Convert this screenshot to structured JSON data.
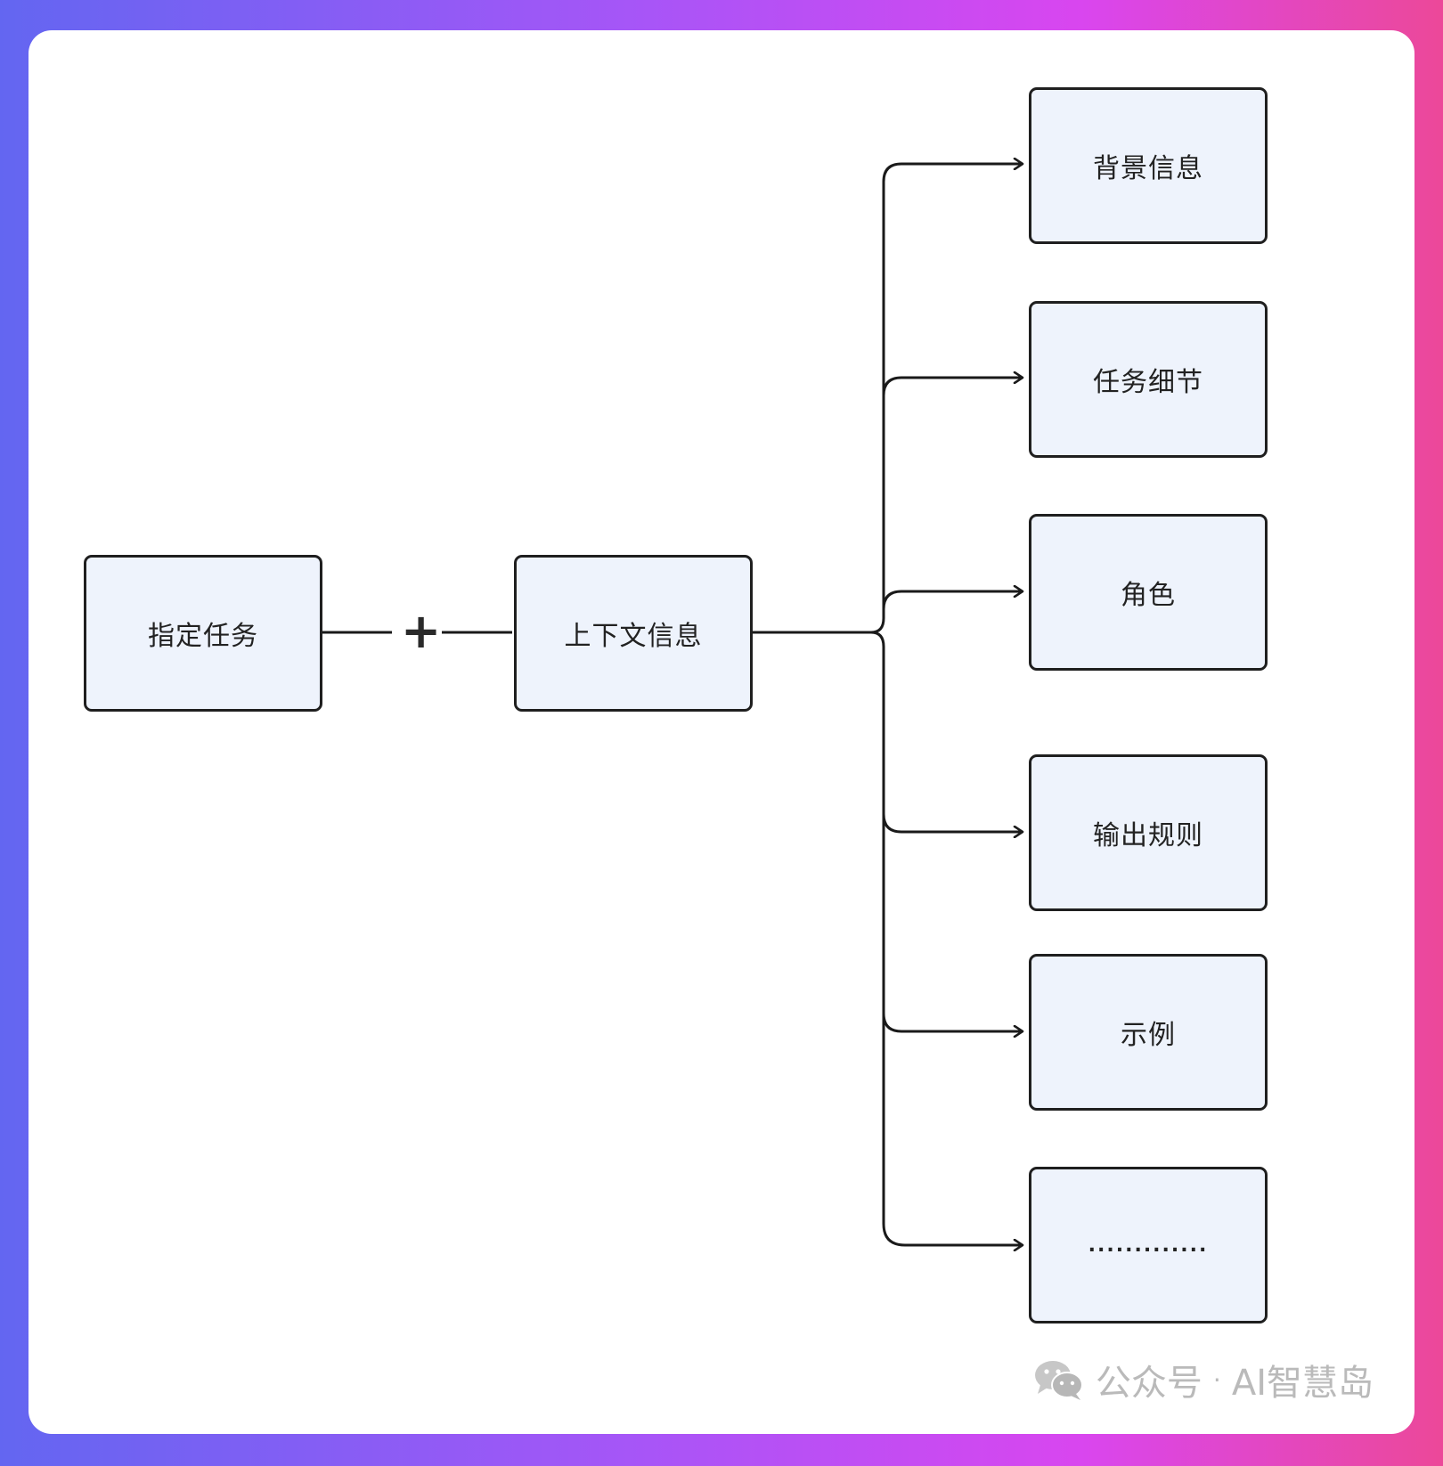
{
  "diagram": {
    "source_node": "指定任务",
    "operator": "+",
    "context_node": "上下文信息",
    "components": [
      "背景信息",
      "任务细节",
      "角色",
      "输出规则",
      "示例",
      "............."
    ]
  },
  "watermark": {
    "icon": "wechat-icon",
    "label": "公众号",
    "separator": "·",
    "account": "AI智慧岛"
  }
}
